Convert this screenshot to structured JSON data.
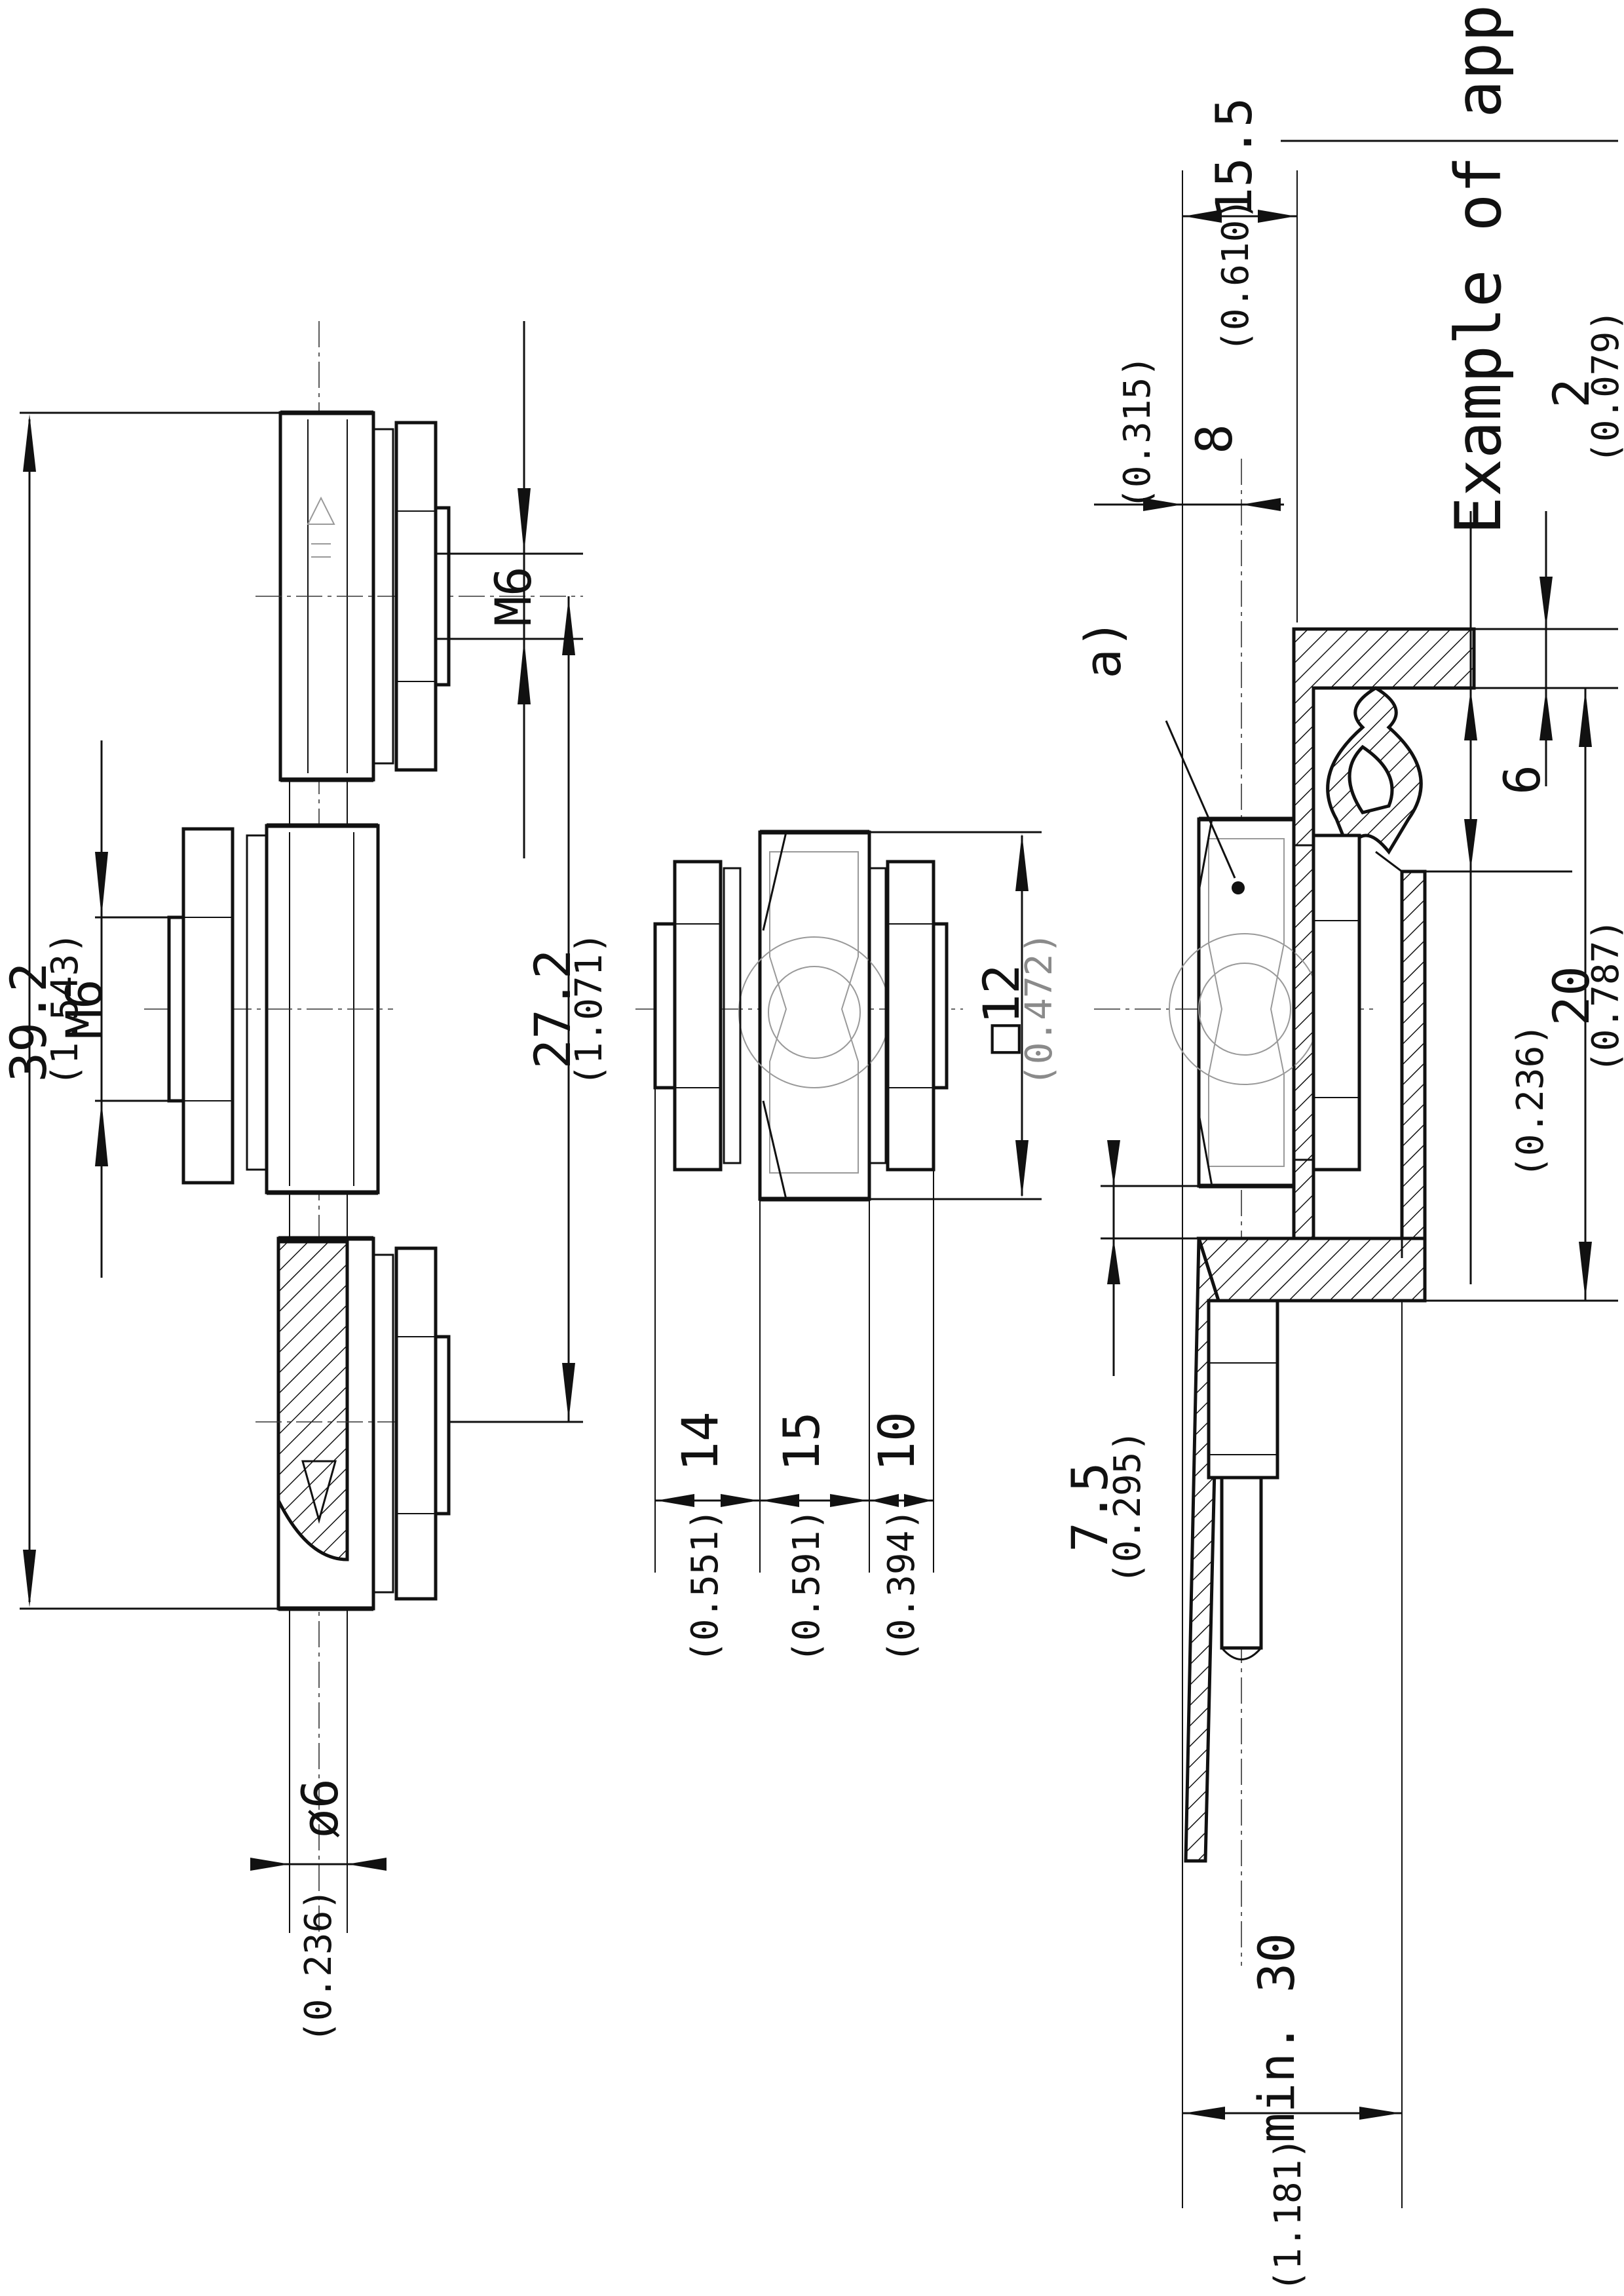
{
  "title": "Example of application",
  "detail_label": "a)",
  "left_view": {
    "height_main": "39.2",
    "height_main_inch": "(1.543)",
    "thread_left": "M6",
    "thread_right": "M6",
    "height_inner": "27.2",
    "height_inner_inch": "(1.071)",
    "diameter": "ø6",
    "diameter_inch": "(0.236)"
  },
  "middle_view": {
    "square": "□12",
    "square_inch": "(0.472)",
    "w1": "14",
    "w1_inch": "(0.551)",
    "w2": "15",
    "w2_inch": "(0.591)",
    "w3": "10",
    "w3_inch": "(0.394)"
  },
  "right_view": {
    "top_width": "15.5",
    "top_width_inch": "(0.610)",
    "offset": "8",
    "offset_inch": "(0.315)",
    "gap": "2",
    "gap_inch": "(0.079)",
    "inner": "6",
    "inner_inch": "(0.236)",
    "height": "20",
    "height_inch": "(0.787)",
    "thickness": "7.5",
    "thickness_inch": "(0.295)",
    "min_width": "min. 30",
    "min_width_inch": "(1.181)"
  }
}
